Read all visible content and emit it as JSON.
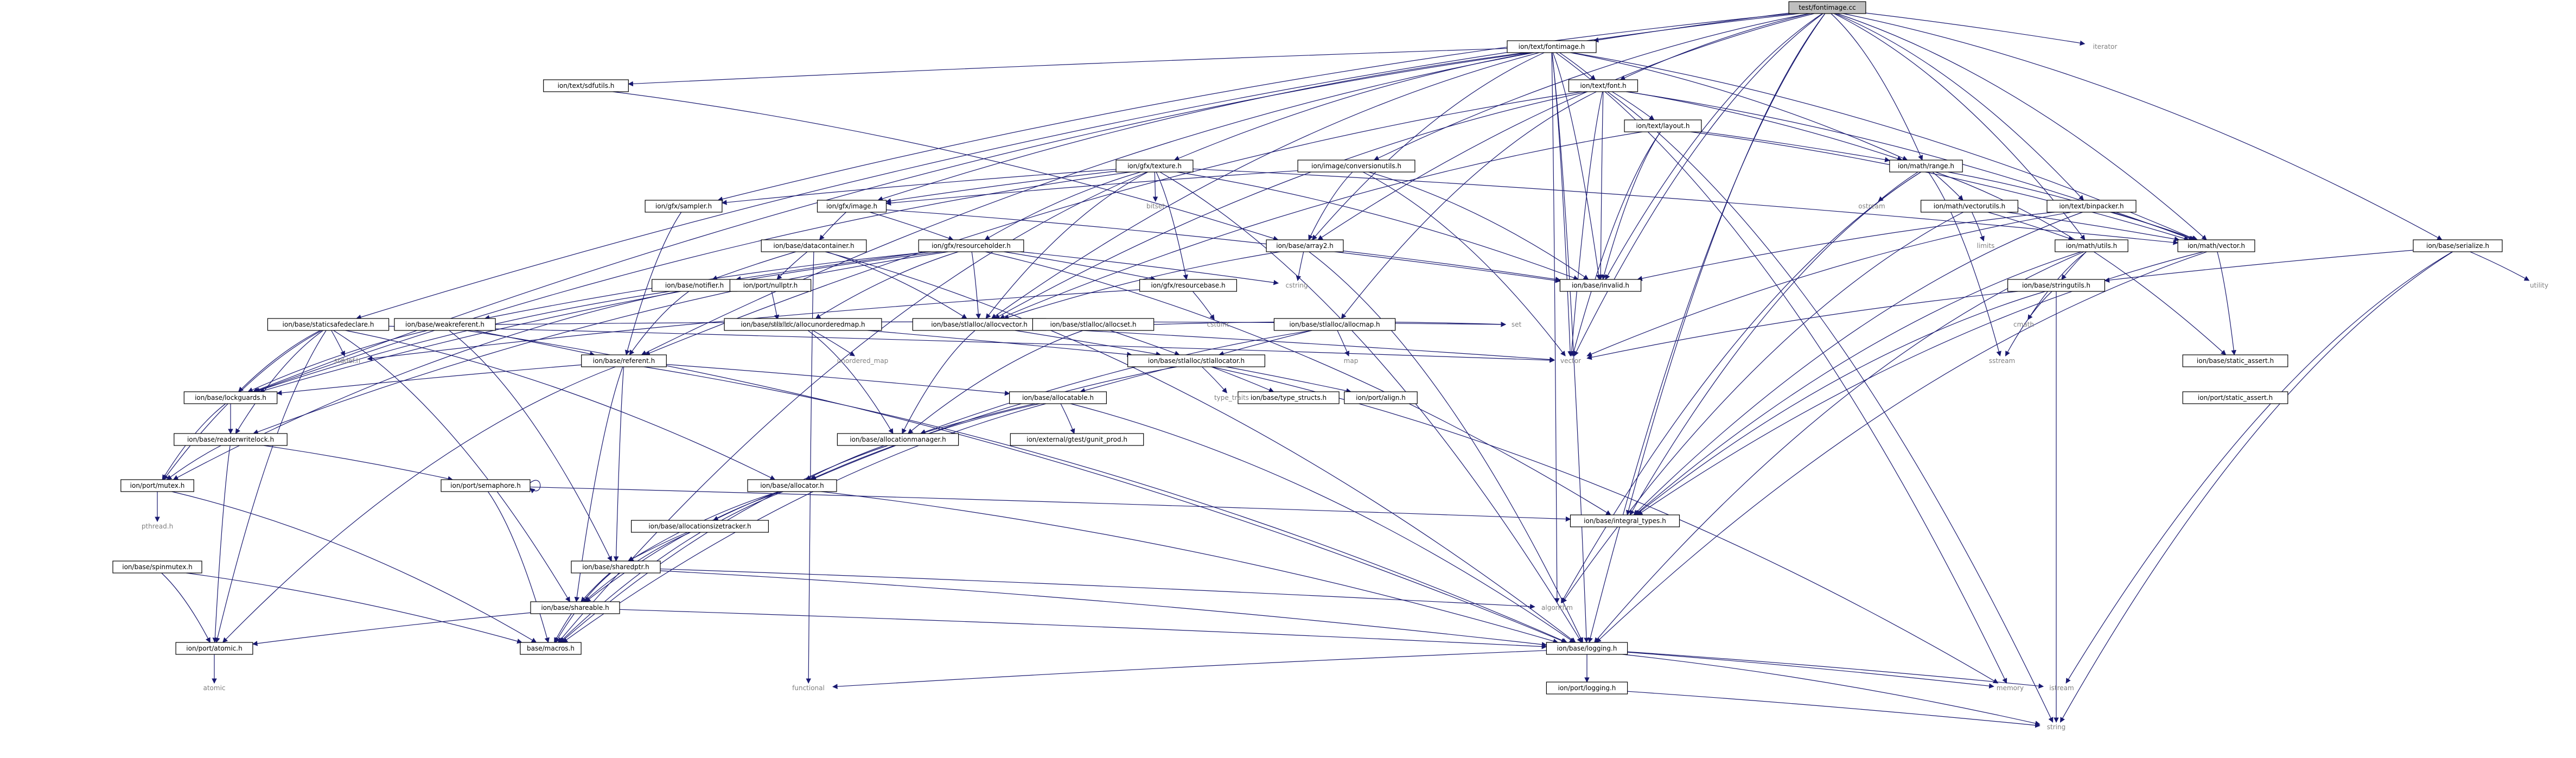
{
  "diagram": {
    "root": "test/fontimage.cc",
    "nodes": [
      {
        "id": "n0",
        "label": "test/fontimage.cc",
        "root": true
      },
      {
        "id": "n1",
        "label": "ion/text/fontimage.h"
      },
      {
        "id": "n2",
        "label": "ion/text/sdfutils.h"
      },
      {
        "id": "n3",
        "label": "ion/text/font.h"
      },
      {
        "id": "n4",
        "label": "ion/text/layout.h"
      },
      {
        "id": "n5",
        "label": "ion/math/range.h"
      },
      {
        "id": "n6",
        "label": "ion/gfx/texture.h"
      },
      {
        "id": "n7",
        "label": "ion/image/conversionutils.h"
      },
      {
        "id": "n8",
        "label": "ion/gfx/sampler.h"
      },
      {
        "id": "n9",
        "label": "ion/gfx/image.h"
      },
      {
        "id": "n10",
        "label": "ion/base/array2.h"
      },
      {
        "id": "n11",
        "label": "ion/math/vectorutils.h"
      },
      {
        "id": "n12",
        "label": "ion/text/binpacker.h"
      },
      {
        "id": "n13",
        "label": "ion/math/vector.h"
      },
      {
        "id": "n14",
        "label": "ion/base/serialize.h"
      },
      {
        "id": "n15",
        "label": "ion/base/datacontainer.h"
      },
      {
        "id": "n16",
        "label": "ion/gfx/resourceholder.h"
      },
      {
        "id": "n17",
        "label": "ion/math/utils.h"
      },
      {
        "id": "n18",
        "label": "ion/base/notifier.h"
      },
      {
        "id": "n19",
        "label": "ion/port/nullptr.h"
      },
      {
        "id": "n20",
        "label": "ion/gfx/resourcebase.h"
      },
      {
        "id": "n21",
        "label": "ion/base/invalid.h"
      },
      {
        "id": "n22",
        "label": "ion/base/stringutils.h"
      },
      {
        "id": "n23",
        "label": "ion/base/staticsafedeclare.h"
      },
      {
        "id": "n24",
        "label": "ion/base/weakreferent.h"
      },
      {
        "id": "n25",
        "label": "ion/base/stlalloc/allocunorderedmap.h"
      },
      {
        "id": "n26",
        "label": "ion/base/stlalloc/allocvector.h"
      },
      {
        "id": "n27",
        "label": "ion/base/stlalloc/allocset.h"
      },
      {
        "id": "n28",
        "label": "ion/base/stlalloc/allocmap.h"
      },
      {
        "id": "n29",
        "label": "ion/base/referent.h"
      },
      {
        "id": "n30",
        "label": "ion/base/stlalloc/stlallocator.h"
      },
      {
        "id": "n31",
        "label": "ion/base/static_assert.h"
      },
      {
        "id": "n32",
        "label": "ion/port/static_assert.h"
      },
      {
        "id": "n33",
        "label": "ion/base/lockguards.h"
      },
      {
        "id": "n34",
        "label": "ion/base/allocatable.h"
      },
      {
        "id": "n35",
        "label": "ion/base/type_structs.h"
      },
      {
        "id": "n36",
        "label": "ion/port/align.h"
      },
      {
        "id": "n37",
        "label": "ion/base/readerwritelock.h"
      },
      {
        "id": "n38",
        "label": "ion/base/allocationmanager.h"
      },
      {
        "id": "n39",
        "label": "ion/port/semaphore.h"
      },
      {
        "id": "n40",
        "label": "ion/port/mutex.h"
      },
      {
        "id": "n41",
        "label": "ion/base/allocator.h"
      },
      {
        "id": "n42",
        "label": "ion/base/integral_types.h"
      },
      {
        "id": "n43",
        "label": "ion/base/allocationsizetracker.h"
      },
      {
        "id": "n44",
        "label": "ion/base/spinmutex.h"
      },
      {
        "id": "n45",
        "label": "ion/base/sharedptr.h"
      },
      {
        "id": "n46",
        "label": "ion/base/shareable.h"
      },
      {
        "id": "n47",
        "label": "ion/port/atomic.h"
      },
      {
        "id": "n48",
        "label": "base/macros.h"
      },
      {
        "id": "n49",
        "label": "ion/base/logging.h"
      },
      {
        "id": "n50",
        "label": "ion/port/logging.h"
      },
      {
        "id": "n51",
        "label": "ion/external/gtest/gunit_prod.h"
      }
    ],
    "plain_nodes": [
      {
        "id": "p0",
        "label": "iterator"
      },
      {
        "id": "p1",
        "label": "vector"
      },
      {
        "id": "p2",
        "label": "bitset"
      },
      {
        "id": "p3",
        "label": "ostream"
      },
      {
        "id": "p4",
        "label": "limits"
      },
      {
        "id": "p5",
        "label": "utility"
      },
      {
        "id": "p6",
        "label": "cstring"
      },
      {
        "id": "p7",
        "label": "cstddef"
      },
      {
        "id": "p8",
        "label": "stddef.h"
      },
      {
        "id": "p9",
        "label": "cstdint"
      },
      {
        "id": "p10",
        "label": "cmath"
      },
      {
        "id": "p11",
        "label": "sstream"
      },
      {
        "id": "p12",
        "label": "map"
      },
      {
        "id": "p13",
        "label": "unordered_map"
      },
      {
        "id": "p14",
        "label": "set"
      },
      {
        "id": "p15",
        "label": "type_traits"
      },
      {
        "id": "p16",
        "label": "pthread.h"
      },
      {
        "id": "p17",
        "label": "algorithm"
      },
      {
        "id": "p18",
        "label": "atomic"
      },
      {
        "id": "p19",
        "label": "functional"
      },
      {
        "id": "p20",
        "label": "memory"
      },
      {
        "id": "p21",
        "label": "istream"
      },
      {
        "id": "p22",
        "label": "string"
      }
    ],
    "edges": [
      [
        "n0",
        "n1"
      ],
      [
        "n0",
        "n3"
      ],
      [
        "n0",
        "n10"
      ],
      [
        "n0",
        "n7"
      ],
      [
        "n0",
        "n21"
      ],
      [
        "n0",
        "n5"
      ],
      [
        "n0",
        "n13"
      ],
      [
        "n0",
        "n14"
      ],
      [
        "n0",
        "n12"
      ],
      [
        "n0",
        "n17"
      ],
      [
        "n0",
        "p0"
      ],
      [
        "n0",
        "p1"
      ],
      [
        "n0",
        "n8"
      ],
      [
        "n0",
        "n23"
      ],
      [
        "n0",
        "n42"
      ],
      [
        "n0",
        "n49"
      ],
      [
        "n1",
        "n2"
      ],
      [
        "n1",
        "n3"
      ],
      [
        "n1",
        "n6"
      ],
      [
        "n1",
        "n9"
      ],
      [
        "n1",
        "n5"
      ],
      [
        "n1",
        "n13"
      ],
      [
        "n1",
        "n10"
      ],
      [
        "n1",
        "n26"
      ],
      [
        "n1",
        "n29"
      ],
      [
        "n1",
        "n33"
      ],
      [
        "n1",
        "n21"
      ],
      [
        "n1",
        "p1"
      ],
      [
        "n1",
        "p17"
      ],
      [
        "n1",
        "p20"
      ],
      [
        "n1",
        "n49"
      ],
      [
        "n2",
        "n10"
      ],
      [
        "n3",
        "n4"
      ],
      [
        "n3",
        "n5"
      ],
      [
        "n3",
        "n13"
      ],
      [
        "n3",
        "n21"
      ],
      [
        "n3",
        "n26"
      ],
      [
        "n3",
        "n28"
      ],
      [
        "n3",
        "n29"
      ],
      [
        "n3",
        "p22"
      ],
      [
        "n3",
        "p1"
      ],
      [
        "n4",
        "n5"
      ],
      [
        "n4",
        "n13"
      ],
      [
        "n4",
        "n21"
      ],
      [
        "n4",
        "p1"
      ],
      [
        "n4",
        "n26"
      ],
      [
        "n5",
        "n11"
      ],
      [
        "n5",
        "n13"
      ],
      [
        "n5",
        "p17"
      ],
      [
        "n5",
        "p11"
      ],
      [
        "n5",
        "p3"
      ],
      [
        "n5",
        "n42"
      ],
      [
        "n5",
        "n31"
      ],
      [
        "n6",
        "n8"
      ],
      [
        "n6",
        "n9"
      ],
      [
        "n6",
        "n16"
      ],
      [
        "n6",
        "n20"
      ],
      [
        "n6",
        "n26"
      ],
      [
        "n6",
        "n33"
      ],
      [
        "n6",
        "n13"
      ],
      [
        "n6",
        "n21"
      ],
      [
        "n6",
        "n49"
      ],
      [
        "n6",
        "p2"
      ],
      [
        "n6",
        "n48"
      ],
      [
        "n7",
        "n9"
      ],
      [
        "n7",
        "n10"
      ],
      [
        "n7",
        "n21"
      ],
      [
        "n7",
        "p1"
      ],
      [
        "n8",
        "n29"
      ],
      [
        "n9",
        "n15"
      ],
      [
        "n9",
        "n16"
      ],
      [
        "n9",
        "n21"
      ],
      [
        "n10",
        "n21"
      ],
      [
        "n10",
        "n26"
      ],
      [
        "n10",
        "n49"
      ],
      [
        "n10",
        "p6"
      ],
      [
        "n11",
        "n13"
      ],
      [
        "n11",
        "n17"
      ],
      [
        "n11",
        "p4"
      ],
      [
        "n11",
        "p17"
      ],
      [
        "n12",
        "n13"
      ],
      [
        "n12",
        "n21"
      ],
      [
        "n12",
        "n42"
      ],
      [
        "n12",
        "p1"
      ],
      [
        "n13",
        "n31"
      ],
      [
        "n13",
        "n42"
      ],
      [
        "n13",
        "n49"
      ],
      [
        "n14",
        "n22"
      ],
      [
        "n14",
        "p21"
      ],
      [
        "n14",
        "p5"
      ],
      [
        "n14",
        "p22"
      ],
      [
        "n15",
        "n18"
      ],
      [
        "n15",
        "n19"
      ],
      [
        "n15",
        "n26"
      ],
      [
        "n15",
        "n49"
      ],
      [
        "n15",
        "p19"
      ],
      [
        "n16",
        "n20"
      ],
      [
        "n16",
        "n18"
      ],
      [
        "n16",
        "n24"
      ],
      [
        "n16",
        "n25"
      ],
      [
        "n16",
        "n26"
      ],
      [
        "n16",
        "n33"
      ],
      [
        "n16",
        "p6"
      ],
      [
        "n16",
        "n37"
      ],
      [
        "n16",
        "n42"
      ],
      [
        "n17",
        "n22"
      ],
      [
        "n17",
        "n42"
      ],
      [
        "n17",
        "n49"
      ],
      [
        "n17",
        "p10"
      ],
      [
        "n18",
        "n29"
      ],
      [
        "n18",
        "n33"
      ],
      [
        "n18",
        "n40"
      ],
      [
        "n19",
        "p7"
      ],
      [
        "n20",
        "p9"
      ],
      [
        "n20",
        "p8"
      ],
      [
        "n22",
        "n42"
      ],
      [
        "n22",
        "p1"
      ],
      [
        "n22",
        "p11"
      ],
      [
        "n22",
        "p22"
      ],
      [
        "n23",
        "n33"
      ],
      [
        "n23",
        "n37"
      ],
      [
        "n23",
        "n40"
      ],
      [
        "n23",
        "n46"
      ],
      [
        "n23",
        "n41"
      ],
      [
        "n23",
        "n47"
      ],
      [
        "n23",
        "p8"
      ],
      [
        "n23",
        "p1"
      ],
      [
        "n24",
        "n29"
      ],
      [
        "n24",
        "n33"
      ],
      [
        "n24",
        "n45"
      ],
      [
        "n24",
        "n49"
      ],
      [
        "n24",
        "p14"
      ],
      [
        "n25",
        "n30"
      ],
      [
        "n25",
        "n38"
      ],
      [
        "n25",
        "p13"
      ],
      [
        "n26",
        "n30"
      ],
      [
        "n26",
        "n38"
      ],
      [
        "n26",
        "p1"
      ],
      [
        "n27",
        "n30"
      ],
      [
        "n27",
        "n38"
      ],
      [
        "n27",
        "p14"
      ],
      [
        "n28",
        "n30"
      ],
      [
        "n28",
        "n38"
      ],
      [
        "n28",
        "p12"
      ],
      [
        "n29",
        "n34"
      ],
      [
        "n29",
        "n45"
      ],
      [
        "n29",
        "n46"
      ],
      [
        "n29",
        "n49"
      ],
      [
        "n29",
        "n33"
      ],
      [
        "n29",
        "n47"
      ],
      [
        "n30",
        "n34"
      ],
      [
        "n30",
        "n35"
      ],
      [
        "n30",
        "n36"
      ],
      [
        "n30",
        "n41"
      ],
      [
        "n30",
        "p15"
      ],
      [
        "n30",
        "p20"
      ],
      [
        "n33",
        "n37"
      ],
      [
        "n33",
        "n40"
      ],
      [
        "n34",
        "n38"
      ],
      [
        "n34",
        "n41"
      ],
      [
        "n34",
        "n49"
      ],
      [
        "n34",
        "n51"
      ],
      [
        "n34",
        "n48"
      ],
      [
        "n37",
        "n39"
      ],
      [
        "n37",
        "n40"
      ],
      [
        "n37",
        "n47"
      ],
      [
        "n38",
        "n41"
      ],
      [
        "n38",
        "n48"
      ],
      [
        "n39",
        "n39"
      ],
      [
        "n39",
        "n42"
      ],
      [
        "n39",
        "n48"
      ],
      [
        "n40",
        "p16"
      ],
      [
        "n40",
        "n48"
      ],
      [
        "n41",
        "n43"
      ],
      [
        "n41",
        "n45"
      ],
      [
        "n41",
        "n46"
      ],
      [
        "n41",
        "n49"
      ],
      [
        "n41",
        "n48"
      ],
      [
        "n43",
        "n45"
      ],
      [
        "n43",
        "n46"
      ],
      [
        "n44",
        "n47"
      ],
      [
        "n44",
        "n48"
      ],
      [
        "n45",
        "n46"
      ],
      [
        "n45",
        "n49"
      ],
      [
        "n45",
        "p17"
      ],
      [
        "n45",
        "n48"
      ],
      [
        "n46",
        "n47"
      ],
      [
        "n46",
        "n49"
      ],
      [
        "n46",
        "n48"
      ],
      [
        "n47",
        "p18"
      ],
      [
        "n49",
        "n50"
      ],
      [
        "n49",
        "p19"
      ],
      [
        "n49",
        "p20"
      ],
      [
        "n49",
        "p21"
      ],
      [
        "n49",
        "p22"
      ],
      [
        "n50",
        "p22"
      ]
    ]
  }
}
